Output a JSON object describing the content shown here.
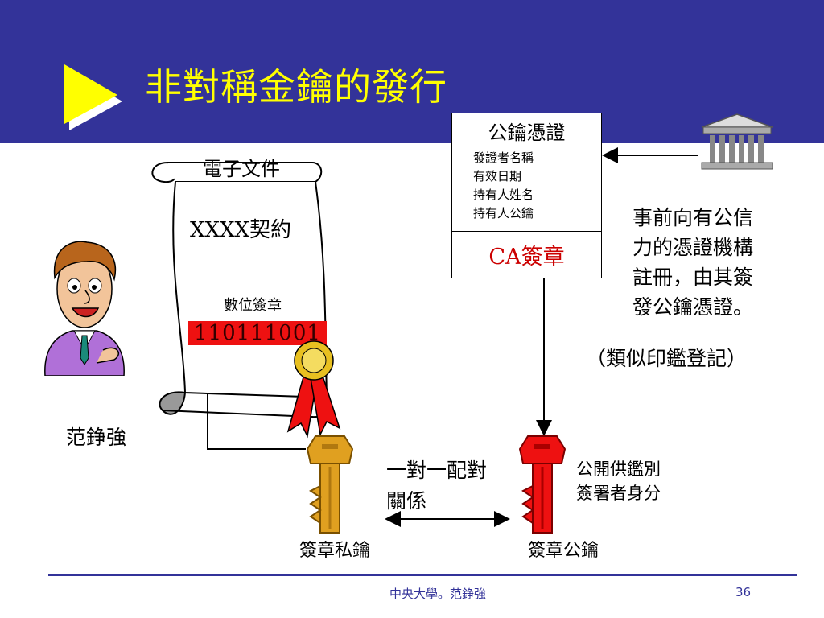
{
  "slide": {
    "title": "非對稱金鑰的發行",
    "page_number": "36",
    "footer_text": "中央大學。范錚強"
  },
  "document": {
    "scroll_title": "電子文件",
    "contract": "XXXX契約",
    "signature_label": "數位簽章",
    "signature_bits": "110111001"
  },
  "certificate": {
    "title": "公鑰憑證",
    "fields": [
      "發證者名稱",
      "有效日期",
      "持有人姓名",
      "持有人公鑰"
    ],
    "ca_signature": "CA簽章"
  },
  "registration_note": {
    "lines": [
      "事前向有公信",
      "力的憑證機構",
      "註冊，由其簽",
      "發公鑰憑證。"
    ],
    "analogy": "（類似印鑑登記）"
  },
  "person_name": "范錚強",
  "pairing": {
    "line1": "一對一配對",
    "line2": "關係"
  },
  "public_use": {
    "line1": "公開供鑑別",
    "line2": "簽署者身分"
  },
  "keys": {
    "private_label": "簽章私鑰",
    "public_label": "簽章公鑰"
  },
  "colors": {
    "header": "#333399",
    "title": "#ffff00",
    "ca_text": "#cc0000",
    "gold_key": "#e0a020",
    "red_key": "#ee1111"
  }
}
